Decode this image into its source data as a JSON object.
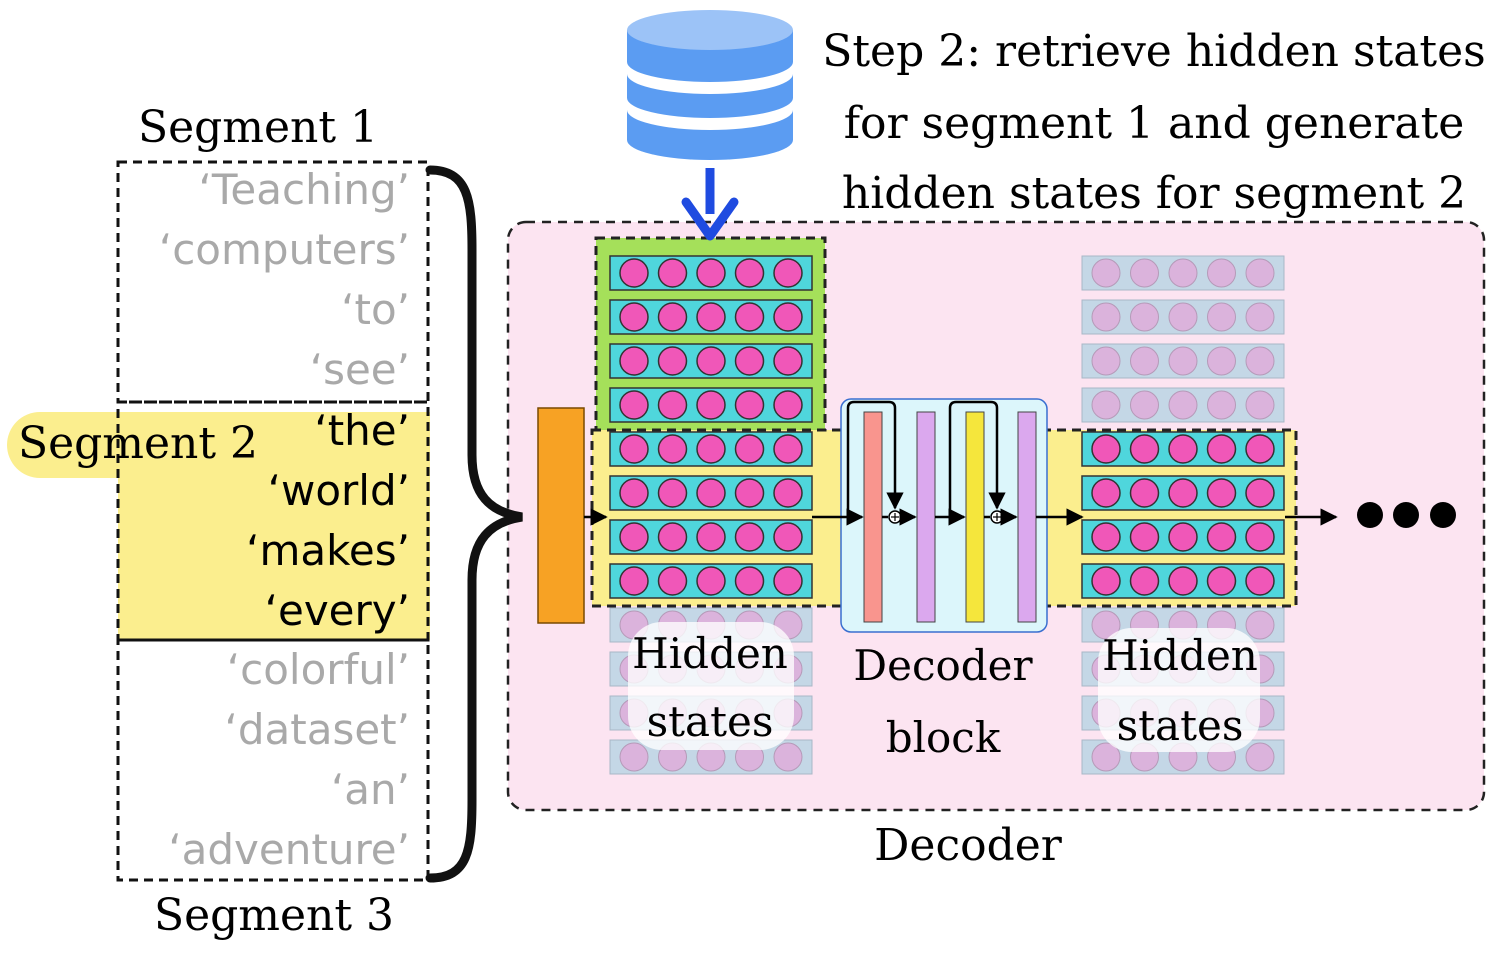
{
  "segments": {
    "seg1_label": "Segment 1",
    "seg2_label": "Segment 2",
    "seg3_label": "Segment 3",
    "seg1_tokens": [
      "‘Teaching’",
      "‘computers’",
      "‘to’",
      "‘see’"
    ],
    "seg2_tokens": [
      "‘the’",
      "‘world’",
      "‘makes’",
      "‘every’"
    ],
    "seg3_tokens": [
      "‘colorful’",
      "‘dataset’",
      "‘an’",
      "‘adventure’"
    ]
  },
  "step": {
    "line1": "Step 2: retrieve hidden states",
    "line2": "for segment 1 and generate",
    "line3": "hidden states for segment 2"
  },
  "labels": {
    "hidden_states_left_1": "Hidden",
    "hidden_states_left_2": "states",
    "decoder_block_1": "Decoder",
    "decoder_block_2": "block",
    "hidden_states_right_1": "Hidden",
    "hidden_states_right_2": "states",
    "decoder": "Decoder"
  },
  "icons": {
    "database": "database-icon",
    "ellipsis": "ellipsis-icon"
  },
  "colors": {
    "decoder_bg": "#fce4f1",
    "segment2_highlight": "#fbee8e",
    "memory_green": "#a5e05a",
    "row_cyan": "#4fd6dc",
    "circle_pink": "#f057b8",
    "db_blue": "#5b9cf2",
    "arrow_blue": "#1f4be0",
    "orange_block": "#f7a224",
    "decoder_block_bg": "#dcf6fb"
  }
}
